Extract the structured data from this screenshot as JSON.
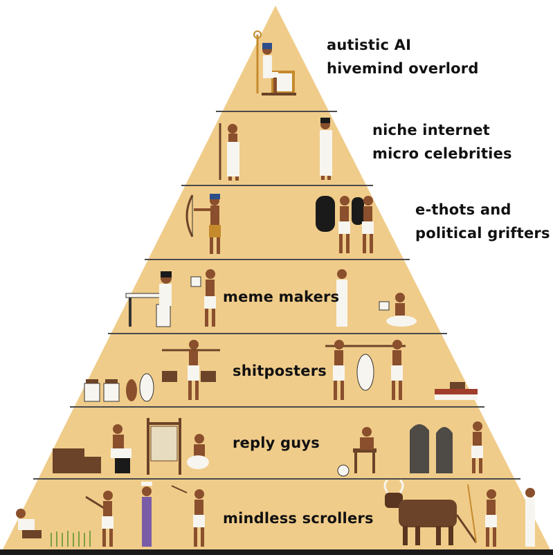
{
  "colors": {
    "pyramid": "#f0cc8a",
    "line": "#4a4a4a",
    "skin": "#8a4f2c",
    "cloth": "#f7f5ef",
    "hair": "#1a1a1a",
    "gold": "#c48a2c",
    "wood": "#6b4328",
    "stone": "#4e4a45",
    "purple": "#7a5ba6",
    "green": "#7ba040"
  },
  "tiers": [
    {
      "id": "tier-1",
      "lines": [
        "autistic AI",
        "hivemind overlord"
      ]
    },
    {
      "id": "tier-2",
      "lines": [
        "niche internet",
        "micro celebrities"
      ]
    },
    {
      "id": "tier-3",
      "lines": [
        "e-thots and",
        "political grifters"
      ]
    },
    {
      "id": "tier-4",
      "lines": [
        "meme makers"
      ]
    },
    {
      "id": "tier-5",
      "lines": [
        "shitposters"
      ]
    },
    {
      "id": "tier-6",
      "lines": [
        "reply guys"
      ]
    },
    {
      "id": "tier-7",
      "lines": [
        "mindless scrollers"
      ]
    }
  ]
}
